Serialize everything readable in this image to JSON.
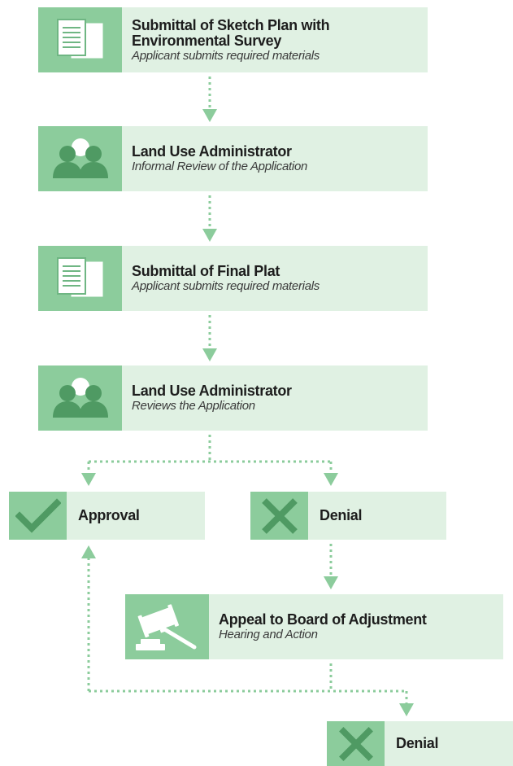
{
  "diagram": {
    "steps": {
      "sketch_plan": {
        "title": "Submittal of Sketch Plan with Environmental Survey",
        "subtitle": "Applicant submits required materials",
        "icon": "documents-icon"
      },
      "informal_review": {
        "title": "Land Use Administrator",
        "subtitle": "Informal Review of the Application",
        "icon": "people-icon"
      },
      "final_plat": {
        "title": "Submittal of Final Plat",
        "subtitle": "Applicant submits required materials",
        "icon": "documents-icon"
      },
      "review": {
        "title": "Land Use Administrator",
        "subtitle": "Reviews the Application",
        "icon": "people-icon"
      },
      "approval": {
        "title": "Approval",
        "icon": "checkmark-icon"
      },
      "denial": {
        "title": "Denial",
        "icon": "x-icon"
      },
      "appeal": {
        "title": "Appeal to Board of Adjustment",
        "subtitle": "Hearing and Action",
        "icon": "gavel-icon"
      },
      "final_denial": {
        "title": "Denial",
        "icon": "x-icon"
      }
    },
    "colors": {
      "box_background": "#e0f1e3",
      "icon_background": "#8ccc9c",
      "icon_foreground": "#ffffff",
      "icon_dark": "#4f9a63",
      "arrow": "#8ccc9c",
      "text": "#1d1d1d"
    }
  }
}
